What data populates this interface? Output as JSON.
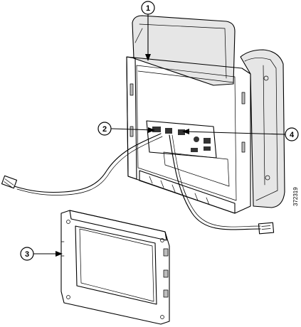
{
  "callouts": [
    {
      "label": "1"
    },
    {
      "label": "2"
    },
    {
      "label": "3"
    },
    {
      "label": "4"
    }
  ],
  "figure_id": "372319"
}
